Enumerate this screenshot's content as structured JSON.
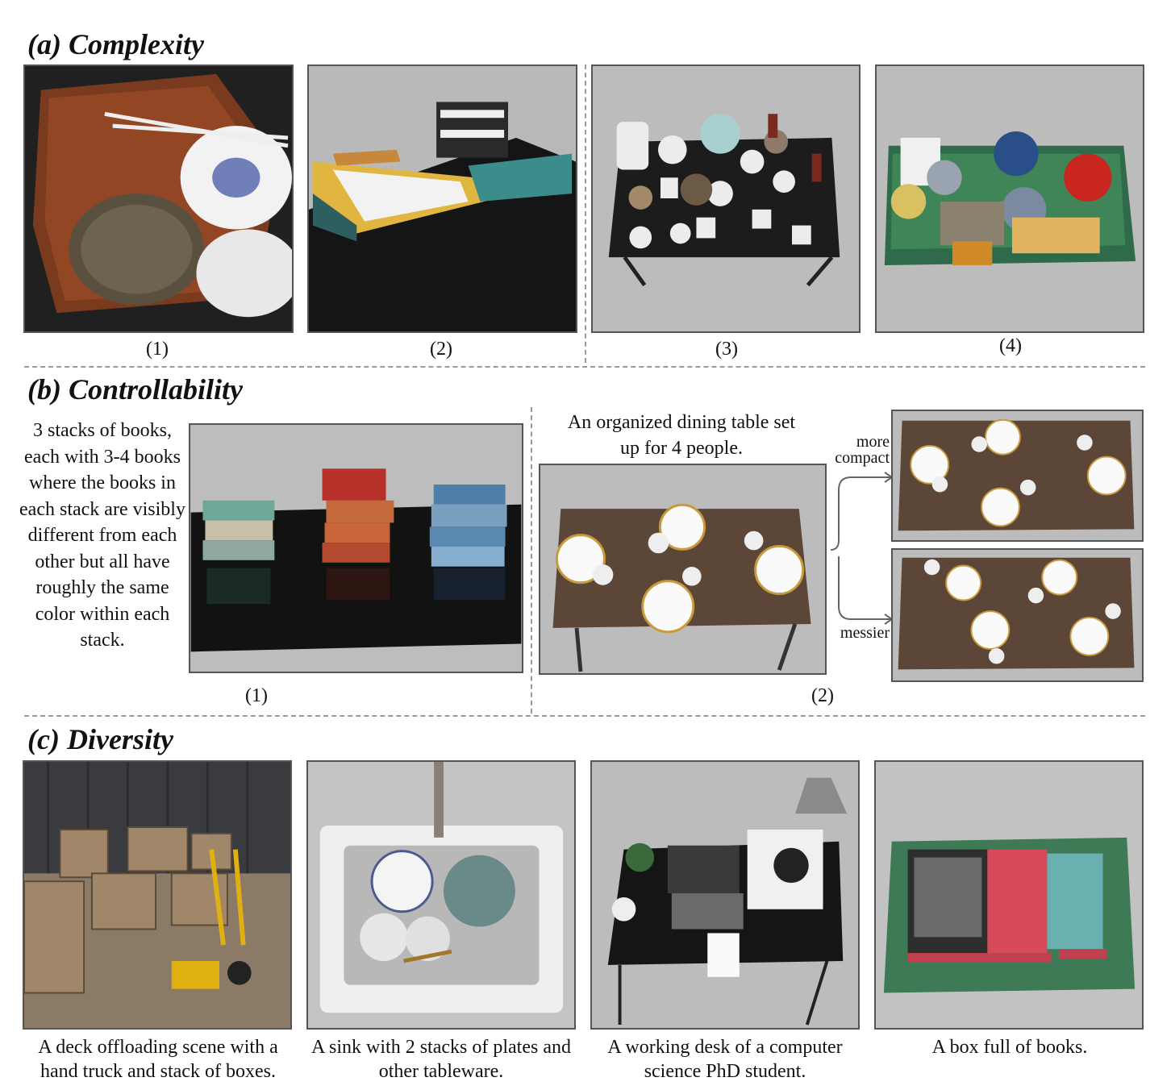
{
  "sections": {
    "a": {
      "letter": "(a)",
      "title": "Complexity",
      "labels": [
        "(1)",
        "(2)",
        "(3)",
        "(4)"
      ]
    },
    "b": {
      "letter": "(b)",
      "title": "Controllability",
      "prompt1": "3 stacks of books, each with 3-4 books where the books in each stack are visibly different from each other but all have roughly the same color within each stack.",
      "label1": "(1)",
      "prompt2": "An organized dining table set up for 4 people.",
      "more_compact": "more compact",
      "messier": "messier",
      "label2": "(2)"
    },
    "c": {
      "letter": "(c)",
      "title": "Diversity",
      "captions": [
        "A deck offloading scene with a hand truck and stack of boxes.",
        "A sink with 2 stacks of plates and other tableware.",
        "A working desk of a computer science PhD student.",
        "A box full of books."
      ]
    }
  }
}
